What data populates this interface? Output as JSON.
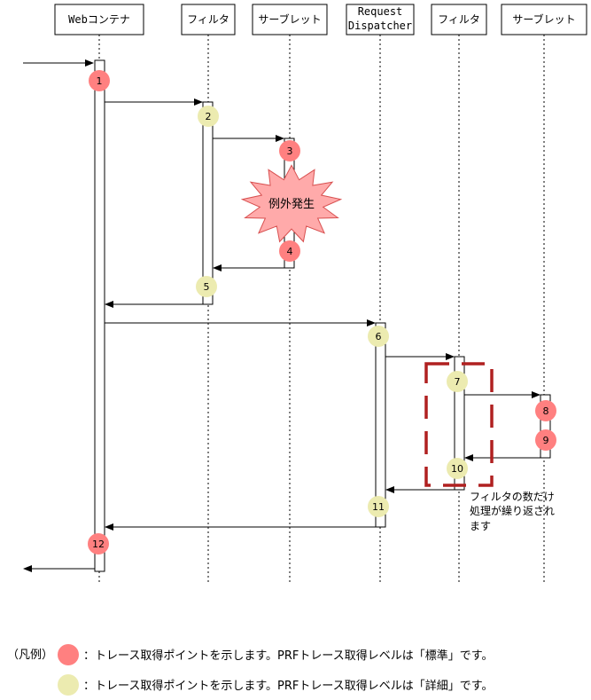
{
  "lifelines": [
    {
      "label": "Webコンテナ"
    },
    {
      "label": "フィルタ"
    },
    {
      "label": "サーブレット"
    },
    {
      "label_line1": "Request",
      "label_line2": "Dispatcher"
    },
    {
      "label": "フィルタ"
    },
    {
      "label": "サーブレット"
    }
  ],
  "trace_points": [
    {
      "number": "1",
      "level": "standard"
    },
    {
      "number": "2",
      "level": "detail"
    },
    {
      "number": "3",
      "level": "standard"
    },
    {
      "number": "4",
      "level": "standard"
    },
    {
      "number": "5",
      "level": "detail"
    },
    {
      "number": "6",
      "level": "detail"
    },
    {
      "number": "7",
      "level": "detail"
    },
    {
      "number": "8",
      "level": "standard"
    },
    {
      "number": "9",
      "level": "standard"
    },
    {
      "number": "10",
      "level": "detail"
    },
    {
      "number": "11",
      "level": "detail"
    },
    {
      "number": "12",
      "level": "standard"
    }
  ],
  "exception_burst": {
    "label": "例外発生"
  },
  "repeat_note": {
    "line1": "フィルタの数だけ",
    "line2": "処理が繰り返され",
    "line3": "ます"
  },
  "legend": {
    "heading": "（凡例）",
    "standard_text": "：トレース取得ポイントを示します。PRFトレース取得レベルは「標準」です。",
    "detail_text": "：トレース取得ポイントを示します。PRFトレース取得レベルは「詳細」です。"
  },
  "colors": {
    "standard": "#ff8080",
    "detail": "#ecebb0",
    "burst_fill": "#ffaaaa",
    "burst_stroke": "#d85050",
    "dashed_box": "#b02020"
  }
}
